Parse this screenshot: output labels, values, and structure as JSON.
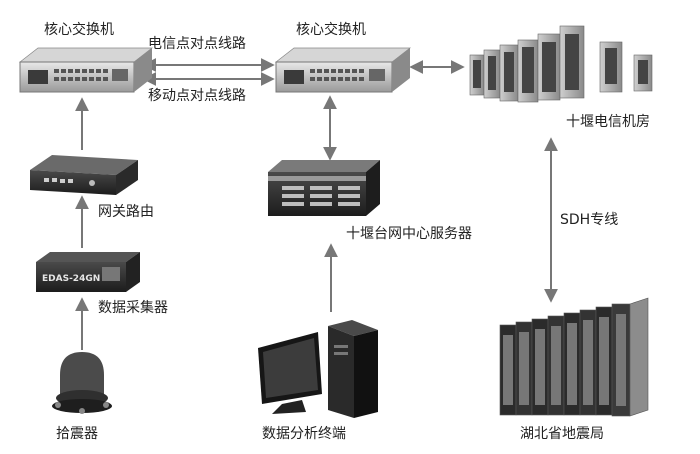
{
  "labels": {
    "core_switch_left": "核心交换机",
    "core_switch_right": "核心交换机",
    "telecom_link": "电信点对点线路",
    "mobile_link": "移动点对点线路",
    "telecom_room": "十堰电信机房",
    "gateway_router": "网关路由",
    "center_server": "十堰台网中心服务器",
    "sdh_line": "SDH专线",
    "data_collector": "数据采集器",
    "seismometer": "拾震器",
    "analysis_terminal": "数据分析终端",
    "provincial_bureau": "湖北省地震局"
  },
  "device_text": {
    "collector_model": "EDAS-24GN"
  }
}
